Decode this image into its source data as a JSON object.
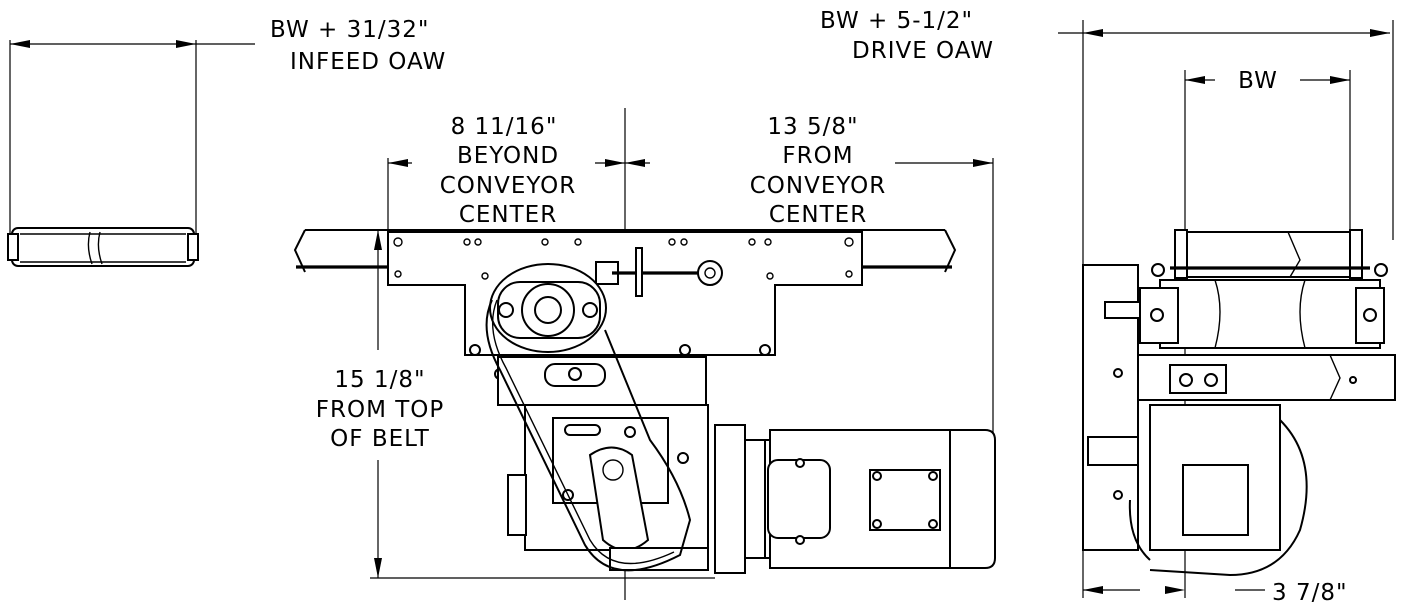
{
  "drawing": {
    "infeed": {
      "line1": "BW + 31/32\"",
      "line2": "INFEED OAW"
    },
    "drive": {
      "line1": "BW + 5-1/2\"",
      "line2": "DRIVE OAW"
    },
    "beyond": {
      "line1": "8 11/16\"",
      "line2": "BEYOND",
      "line3": "CONVEYOR",
      "line4": "CENTER"
    },
    "from_center": {
      "line1": "13 5/8\"",
      "line2": "FROM",
      "line3": "CONVEYOR",
      "line4": "CENTER"
    },
    "height": {
      "line1": "15 1/8\"",
      "line2": "FROM TOP",
      "line3": "OF BELT"
    },
    "bw_label": "BW",
    "offset_label": "3 7/8\""
  }
}
